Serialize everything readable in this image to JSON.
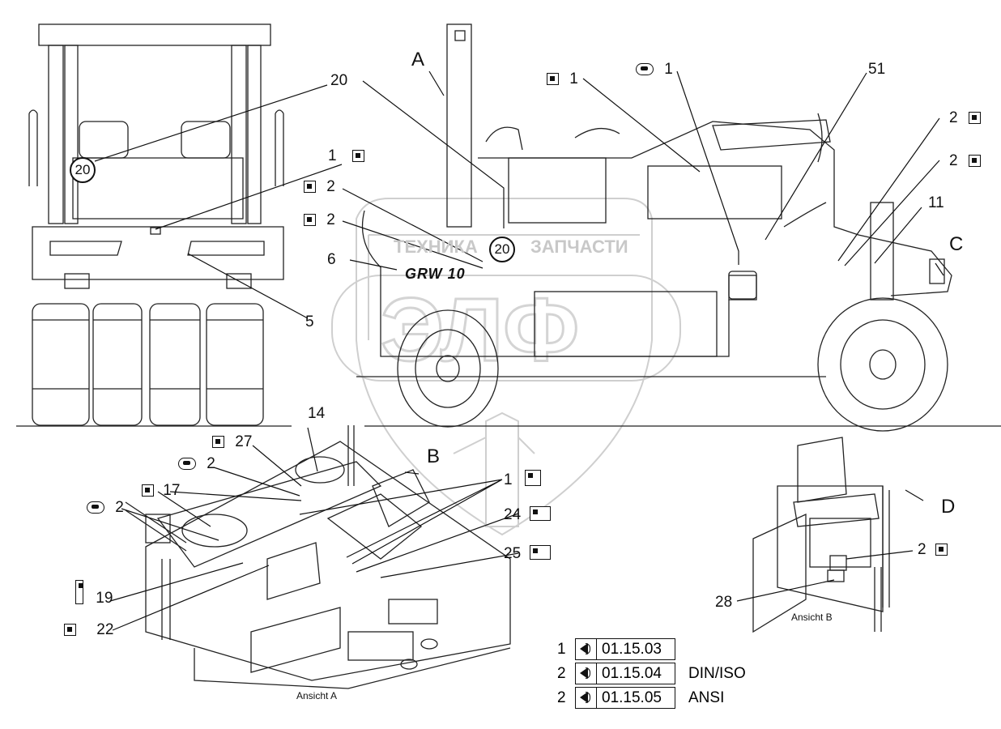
{
  "view_letters": {
    "a": "A",
    "b": "B",
    "c": "C",
    "d": "D"
  },
  "captions": {
    "ansicht_a": "Ansicht A",
    "ansicht_b": "Ansicht B"
  },
  "callouts": {
    "front_20": "20",
    "front_1": "1",
    "front_5": "5",
    "side_20": "20",
    "side_20_circle": "20",
    "side_2a": "2",
    "side_2b": "2",
    "side_6": "6",
    "side_1a": "1",
    "side_1b": "1",
    "side_51": "51",
    "side_2c": "2",
    "side_2d": "2",
    "side_11": "11",
    "cab_14": "14",
    "cab_27": "27",
    "cab_2a": "2",
    "cab_17": "17",
    "cab_2b": "2",
    "cab_1": "1",
    "cab_24": "24",
    "cab_25": "25",
    "cab_19": "19",
    "cab_22": "22",
    "d_2": "2",
    "d_28": "28"
  },
  "machine_plate": "GRW 10",
  "watermark": {
    "left": "ТЕХНИКА",
    "right": "ЗАПЧАСТИ",
    "logo": "ЭЛФ"
  },
  "legend": [
    {
      "qty": "1",
      "code": "01.15.03",
      "standard": ""
    },
    {
      "qty": "2",
      "code": "01.15.04",
      "standard": "DIN/ISO"
    },
    {
      "qty": "2",
      "code": "01.15.05",
      "standard": "ANSI"
    }
  ]
}
